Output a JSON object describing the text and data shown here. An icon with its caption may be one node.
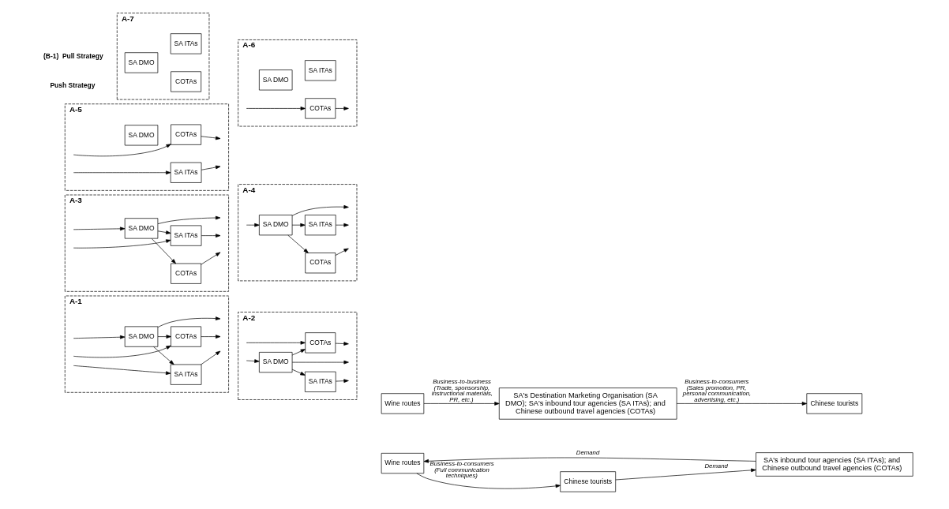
{
  "diagram": {
    "nodes": [
      {
        "text": [
          "A-1"
        ]
      },
      {
        "text": [
          "SA DMO"
        ],
        "in": 0
      },
      {
        "text": [
          "SA ITAs"
        ],
        "in": 0
      },
      {
        "text": [
          "COTAs"
        ],
        "in": 0
      },
      {
        "text": [
          "A-3"
        ]
      },
      {
        "text": [
          "SA DMO"
        ],
        "in": 4
      },
      {
        "text": [
          "SA ITAs"
        ],
        "in": 4
      },
      {
        "text": [
          "COTAs"
        ],
        "in": 4
      },
      {
        "text": [
          "A-5"
        ]
      },
      {
        "text": [
          "SA DMO"
        ],
        "in": 8
      },
      {
        "text": [
          "SA ITAs"
        ],
        "in": 8
      },
      {
        "text": [
          "COTAs"
        ],
        "in": 8
      },
      {
        "text": [
          "A-7"
        ]
      },
      {
        "text": [
          "SA DMO"
        ],
        "in": 12
      },
      {
        "text": [
          "SA ITAs"
        ],
        "in": 12
      },
      {
        "text": [
          "COTAs"
        ],
        "in": 12
      },
      {
        "text": [
          "A-2"
        ]
      },
      {
        "text": [
          "SA DMO"
        ],
        "in": 16
      },
      {
        "text": [
          "SA ITAs"
        ],
        "in": 16
      },
      {
        "text": [
          "COTAs"
        ],
        "in": 16
      },
      {
        "text": [
          "A-4"
        ]
      },
      {
        "text": [
          "SA DMO"
        ],
        "in": 20
      },
      {
        "text": [
          "SA ITAs"
        ],
        "in": 20
      },
      {
        "text": [
          "COTAs"
        ],
        "in": 20
      },
      {
        "text": [
          "A-6"
        ]
      },
      {
        "text": [
          "SA DMO"
        ],
        "in": 24
      },
      {
        "text": [
          "SA ITAs"
        ],
        "in": 24
      },
      {
        "text": [
          "COTAs"
        ],
        "in": 24
      },
      {
        "text": [
          "Wine routes"
        ]
      },
      {
        "text": [
          "SA's Destination Marketing Organisation (SA DMO); SA's inbound tour agencies (SA ITAs); and Chinese outbound travel agencies (COTAs)"
        ]
      },
      {
        "text": [
          "Chinese tourists"
        ]
      },
      {
        "text": [
          "Wine routes"
        ]
      },
      {
        "text": [
          "Chinese tourists"
        ]
      },
      {
        "text": [
          "SA's inbound tour agencies (SA ITAs); and Chinese outbound travel agencies (COTAs)"
        ]
      }
    ],
    "edges": [
      {
        "from": null,
        "to": 2,
        "arrow": "to"
      },
      {
        "from": 1,
        "to": null,
        "arrow": "to"
      },
      {
        "from": 1,
        "to": 2,
        "arrow": "to"
      },
      {
        "from": null,
        "to": 1,
        "arrow": "to"
      },
      {
        "from": 1,
        "to": 3,
        "arrow": "to"
      },
      {
        "from": null,
        "to": 3,
        "arrow": "to"
      },
      {
        "from": 2,
        "to": null,
        "arrow": "to"
      },
      {
        "from": 3,
        "to": null,
        "arrow": "to"
      },
      {
        "from": null,
        "to": 6,
        "arrow": "to"
      },
      {
        "from": 5,
        "to": null,
        "arrow": "to"
      },
      {
        "from": 5,
        "to": 6,
        "arrow": "to"
      },
      {
        "from": null,
        "to": 5,
        "arrow": "to"
      },
      {
        "from": 5,
        "to": 7,
        "arrow": "to"
      },
      {
        "from": 6,
        "to": null,
        "arrow": "to"
      },
      {
        "from": 7,
        "to": null,
        "arrow": "to"
      },
      {
        "from": null,
        "to": 10,
        "arrow": "to"
      },
      {
        "from": 10,
        "to": null,
        "arrow": "to"
      },
      {
        "from": null,
        "to": 11,
        "arrow": "to"
      },
      {
        "from": 11,
        "to": null,
        "arrow": "to"
      },
      {
        "from": 17,
        "to": null,
        "arrow": "to"
      },
      {
        "from": 17,
        "to": 18,
        "arrow": "to"
      },
      {
        "from": null,
        "to": 17,
        "arrow": "to"
      },
      {
        "from": 17,
        "to": 19,
        "arrow": "to"
      },
      {
        "from": null,
        "to": 19,
        "arrow": "to"
      },
      {
        "from": 18,
        "to": null,
        "arrow": "to"
      },
      {
        "from": 19,
        "to": null,
        "arrow": "to"
      },
      {
        "from": 21,
        "to": null,
        "arrow": "to"
      },
      {
        "from": 21,
        "to": 22,
        "arrow": "to"
      },
      {
        "from": null,
        "to": 21,
        "arrow": "to"
      },
      {
        "from": 21,
        "to": 23,
        "arrow": "to"
      },
      {
        "from": 22,
        "to": null,
        "arrow": "to"
      },
      {
        "from": 23,
        "to": null,
        "arrow": "to"
      },
      {
        "from": null,
        "to": 27,
        "arrow": "to"
      },
      {
        "from": 27,
        "to": null,
        "arrow": "to"
      },
      {
        "from": 28,
        "to": 29,
        "arrow": "to",
        "label": "Business-to-business (Trade, sponsorship, instructional materials, PR, etc.)"
      },
      {
        "from": 29,
        "to": 30,
        "arrow": "to",
        "label": "Business-to-consumers (Sales promotion, PR, personal communication, advertising, etc.)"
      },
      {
        "from": 31,
        "to": 32,
        "arrow": "to",
        "label": "Business-to-consumers (Full communication techniques)"
      },
      {
        "from": 32,
        "to": 33,
        "arrow": "to",
        "label": "Demand"
      },
      {
        "from": 33,
        "to": 31,
        "arrow": "to",
        "label": "Demand"
      }
    ],
    "labels": [
      "Push Strategy",
      "(B-1)  Pull Strategy"
    ]
  }
}
